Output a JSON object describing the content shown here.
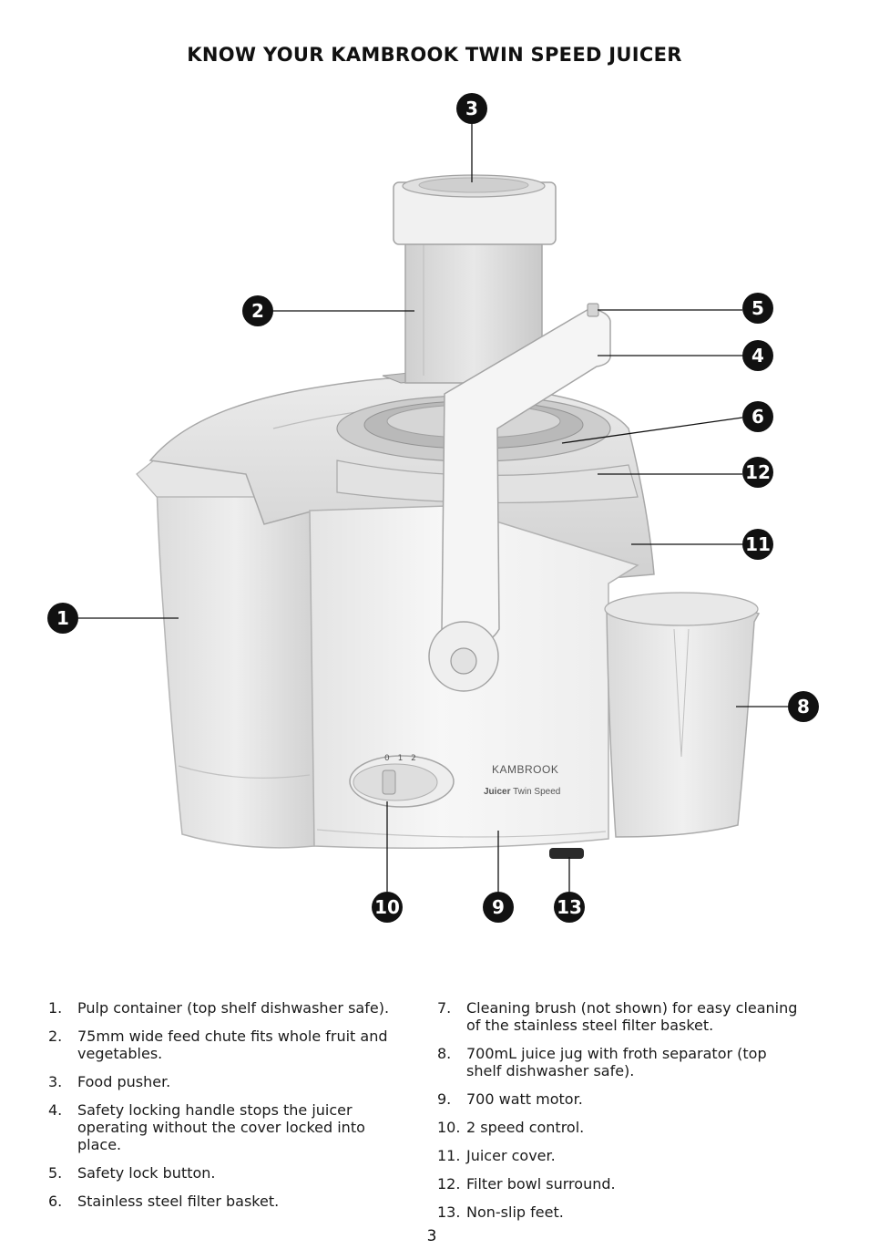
{
  "page": {
    "title": "KNOW YOUR KAMBROOK TWIN SPEED JUICER",
    "page_number": "3"
  },
  "diagram": {
    "product_labels": {
      "brand": "KAMBROOK",
      "model_strong": "Juicer",
      "model_light": "Twin Speed",
      "speed_marks": "0 1 2"
    },
    "callouts": [
      "1",
      "2",
      "3",
      "4",
      "5",
      "6",
      "8",
      "9",
      "10",
      "11",
      "12",
      "13"
    ]
  },
  "features_left": [
    {
      "num": "1.",
      "text": "Pulp container (top shelf dishwasher safe)."
    },
    {
      "num": "2.",
      "text": "75mm wide feed chute fits whole fruit and vegetables."
    },
    {
      "num": "3.",
      "text": "Food pusher."
    },
    {
      "num": "4.",
      "text": "Safety locking handle stops the juicer operating without the cover locked into place."
    },
    {
      "num": "5.",
      "text": "Safety lock button."
    },
    {
      "num": "6.",
      "text": "Stainless steel filter basket."
    }
  ],
  "features_right": [
    {
      "num": "7.",
      "text": "Cleaning brush (not shown) for easy cleaning of the stainless steel filter basket."
    },
    {
      "num": "8.",
      "text": "700mL juice jug with froth separator (top shelf dishwasher safe)."
    },
    {
      "num": "9.",
      "text": "700 watt motor."
    },
    {
      "num": "10.",
      "text": "2 speed control."
    },
    {
      "num": "11.",
      "text": "Juicer cover."
    },
    {
      "num": "12.",
      "text": "Filter bowl surround."
    },
    {
      "num": "13.",
      "text": "Non-slip feet."
    }
  ]
}
